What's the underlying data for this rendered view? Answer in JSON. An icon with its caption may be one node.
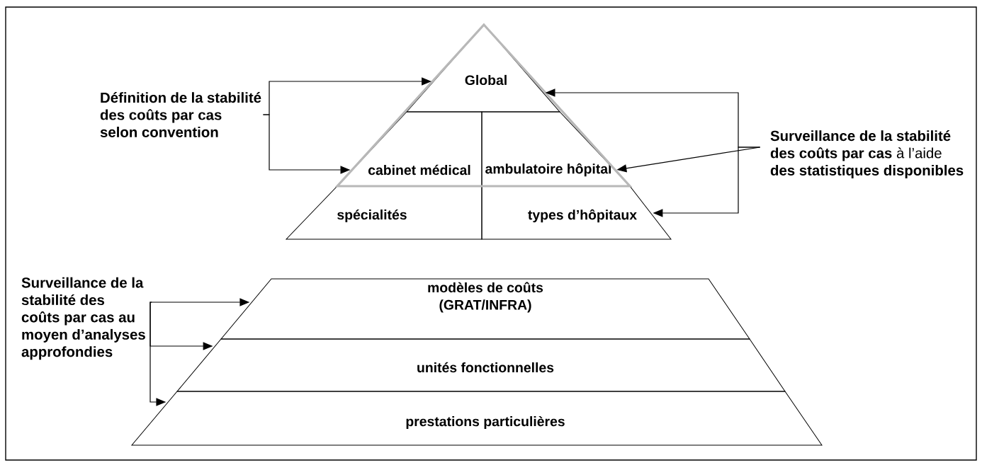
{
  "diagram": {
    "nodes": [
      {
        "text": [
          "Définition de la stabilité des coûts par cas selon convention"
        ]
      },
      {
        "text": [
          "Global"
        ]
      },
      {
        "text": [
          "cabinet médical"
        ]
      },
      {
        "text": [
          "ambulatoire hôpital"
        ]
      },
      {
        "text": [
          "spécialités"
        ]
      },
      {
        "text": [
          "types d’hôpitaux"
        ]
      },
      {
        "text": [
          "**Surveillance de la stabilité des coûts par cas** à l’aide **des statistiques disponibles**"
        ]
      },
      {
        "text": [
          "Surveillance de la stabilité des coûts par cas au moyen d’analyses approfondies"
        ]
      },
      {
        "text": [
          "modèles de coûts (GRAT/INFRA)"
        ]
      },
      {
        "text": [
          "unités fonctionnelles"
        ]
      },
      {
        "text": [
          "prestations particulières"
        ]
      }
    ],
    "edges": [
      {
        "from": 0,
        "to": 1,
        "arrow": "to"
      },
      {
        "from": 0,
        "to": 2,
        "arrow": "to"
      },
      {
        "from": 6,
        "to": 1,
        "arrow": "to"
      },
      {
        "from": 6,
        "to": 3,
        "arrow": "to"
      },
      {
        "from": 6,
        "to": 5,
        "arrow": "to"
      },
      {
        "from": 7,
        "to": 8,
        "arrow": "to"
      },
      {
        "from": 7,
        "to": 9,
        "arrow": "to"
      },
      {
        "from": 7,
        "to": 10,
        "arrow": "to"
      }
    ]
  }
}
